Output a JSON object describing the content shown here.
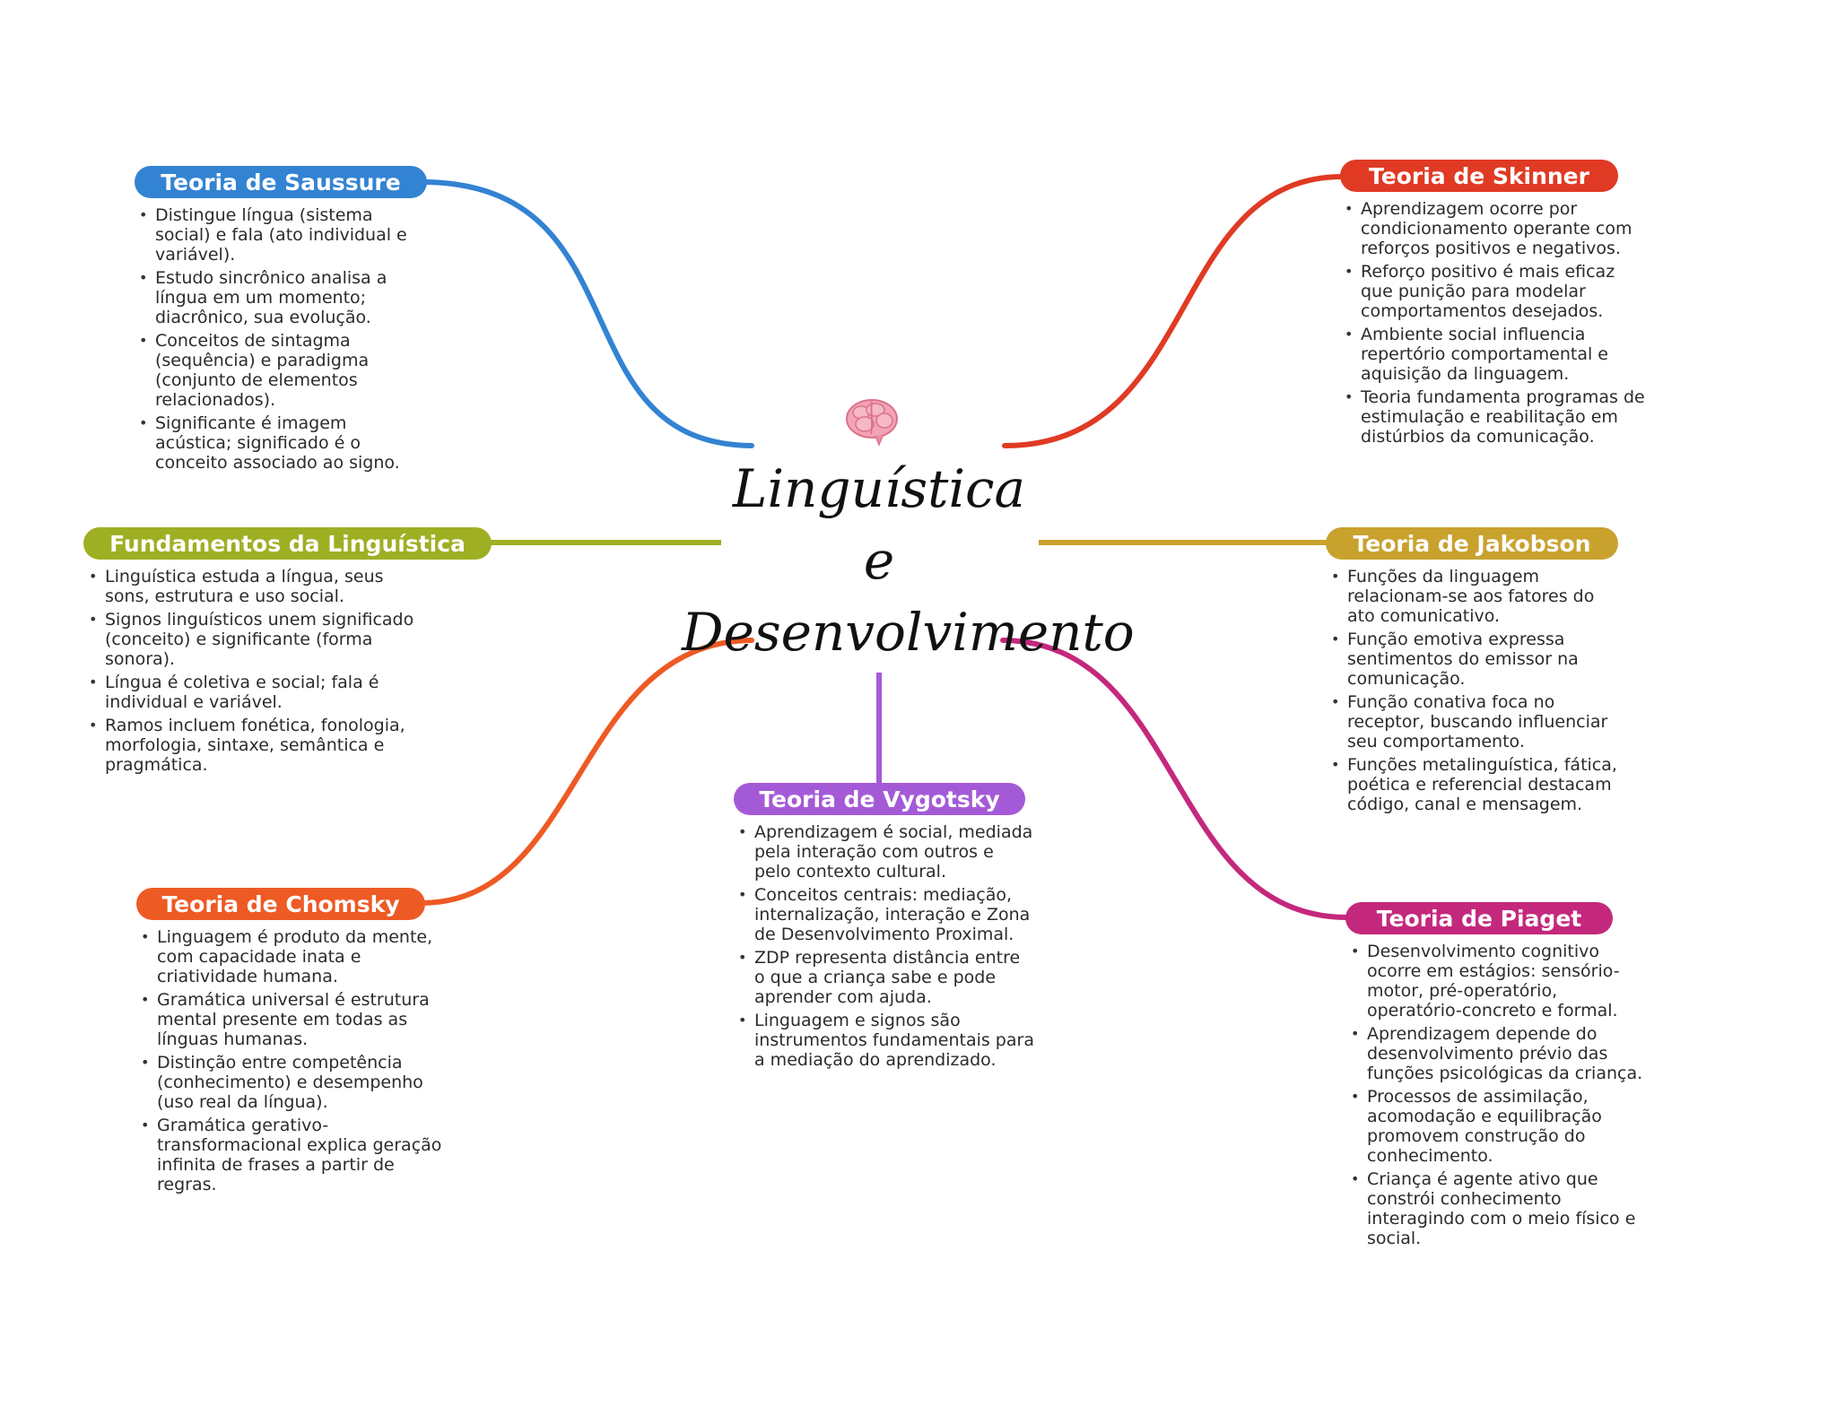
{
  "center": {
    "title_lines": [
      "Linguística",
      "e",
      "Desenvolvimento"
    ],
    "icon": "brain-icon"
  },
  "branches": [
    {
      "id": "saussure",
      "title": "Teoria de Saussure",
      "color": "#3383D3",
      "items": [
        "Distingue língua (sistema social) e fala (ato individual e variável).",
        "Estudo sincrônico analisa a língua em um momento; diacrônico, sua evolução.",
        "Conceitos de sintagma (sequência) e paradigma (conjunto de elementos relacionados).",
        "Significante é imagem acústica; significado é o conceito associado ao signo."
      ]
    },
    {
      "id": "fundamentos",
      "title": "Fundamentos da Linguística",
      "color": "#9EAF23",
      "items": [
        "Linguística estuda a língua, seus sons, estrutura e uso social.",
        "Signos linguísticos unem significado (conceito) e significante (forma sonora).",
        "Língua é coletiva e social; fala é individual e variável.",
        "Ramos incluem fonética, fonologia, morfologia, sintaxe, semântica e pragmática."
      ]
    },
    {
      "id": "chomsky",
      "title": "Teoria de Chomsky",
      "color": "#EE5A24",
      "items": [
        "Linguagem é produto da mente, com capacidade inata e criatividade humana.",
        "Gramática universal é estrutura mental presente em todas as línguas humanas.",
        "Distinção entre competência (conhecimento) e desempenho (uso real da língua).",
        "Gramática gerativo-transformacional explica geração infinita de frases a partir de regras."
      ]
    },
    {
      "id": "vygotsky",
      "title": "Teoria de Vygotsky",
      "color": "#A45AD7",
      "items": [
        "Aprendizagem é social, mediada pela interação com outros e pelo contexto cultural.",
        "Conceitos centrais: mediação, internalização, interação e Zona de Desenvolvimento Proximal.",
        "ZDP representa distância entre o que a criança sabe e pode aprender com ajuda.",
        "Linguagem e signos são instrumentos fundamentais para a mediação do aprendizado."
      ]
    },
    {
      "id": "skinner",
      "title": "Teoria de Skinner",
      "color": "#E03A24",
      "items": [
        "Aprendizagem ocorre por condicionamento operante com reforços positivos e negativos.",
        "Reforço positivo é mais eficaz que punição para modelar comportamentos desejados.",
        "Ambiente social influencia repertório comportamental e aquisição da linguagem.",
        "Teoria fundamenta programas de estimulação e reabilitação em distúrbios da comunicação."
      ]
    },
    {
      "id": "jakobson",
      "title": "Teoria de Jakobson",
      "color": "#C9A22E",
      "items": [
        "Funções da linguagem relacionam-se aos fatores do ato comunicativo.",
        "Função emotiva expressa sentimentos do emissor na comunicação.",
        "Função conativa foca no receptor, buscando influenciar seu comportamento.",
        "Funções metalinguística, fática, poética e referencial destacam código, canal e mensagem."
      ]
    },
    {
      "id": "piaget",
      "title": "Teoria de Piaget",
      "color": "#C4287D",
      "items": [
        "Desenvolvimento cognitivo ocorre em estágios: sensório-motor, pré-operatório, operatório-concreto e formal.",
        "Aprendizagem depende do desenvolvimento prévio das funções psicológicas da criança.",
        "Processos de assimilação, acomodação e equilibração promovem construção do conhecimento.",
        "Criança é agente ativo que constrói conhecimento interagindo com o meio físico e social."
      ]
    }
  ]
}
